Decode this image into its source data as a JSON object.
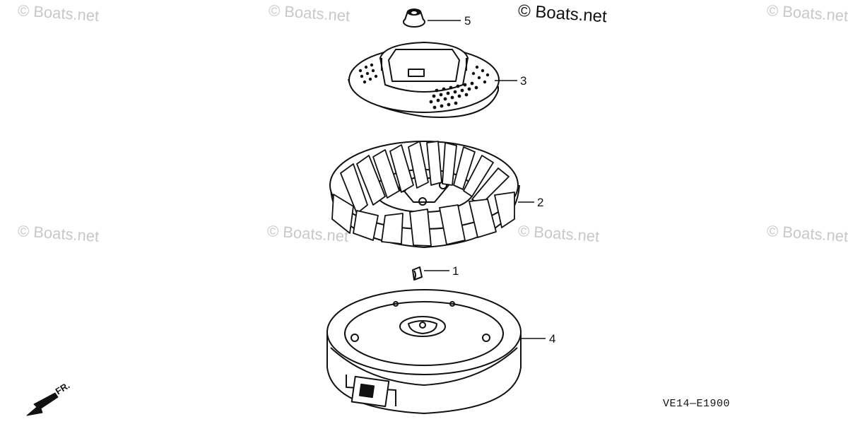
{
  "watermark": {
    "text": "© Boats.net"
  },
  "header_watermark": "© Boats.net",
  "callouts": [
    {
      "id": "5",
      "label": "5"
    },
    {
      "id": "3",
      "label": "3"
    },
    {
      "id": "2",
      "label": "2"
    },
    {
      "id": "1",
      "label": "1"
    },
    {
      "id": "4",
      "label": "4"
    }
  ],
  "diagram_code": "VE14—E1900",
  "direction_label": "FR."
}
